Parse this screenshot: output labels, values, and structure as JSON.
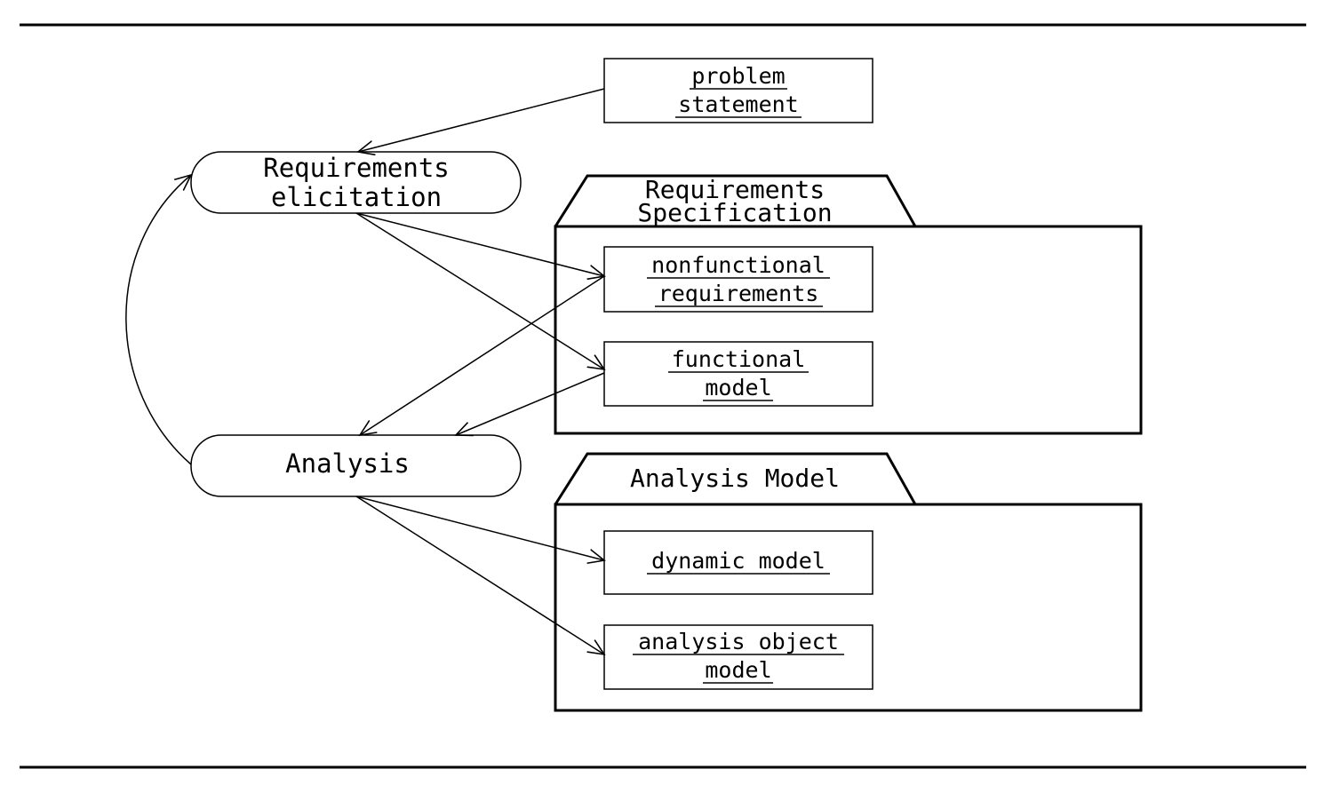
{
  "activities": {
    "requirements_elicitation": {
      "line1": "Requirements",
      "line2": "elicitation"
    },
    "analysis": {
      "line1": "Analysis"
    }
  },
  "objects": {
    "problem_statement": {
      "line1": "problem",
      "line2": "statement"
    },
    "nonfunctional_requirements": {
      "line1": "nonfunctional",
      "line2": "requirements"
    },
    "functional_model": {
      "line1": "functional",
      "line2": "model"
    },
    "dynamic_model": {
      "line1": "dynamic model"
    },
    "analysis_object_model": {
      "line1": "analysis object",
      "line2": "model"
    }
  },
  "packages": {
    "requirements_specification": {
      "line1": "Requirements",
      "line2": "Specification"
    },
    "analysis_model": {
      "line1": "Analysis Model"
    }
  },
  "colors": {
    "stroke": "#000000",
    "background": "#ffffff"
  }
}
